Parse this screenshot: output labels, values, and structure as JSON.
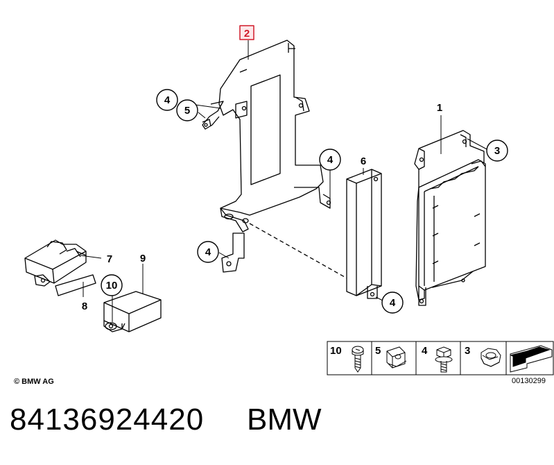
{
  "diagram": {
    "highlighted_part": "2",
    "callouts": {
      "c1": "1",
      "c2": "2",
      "c3": "3",
      "c4a": "4",
      "c4b": "4",
      "c4c": "4",
      "c4d": "4",
      "c5": "5",
      "c6": "6",
      "c7": "7",
      "c8": "8",
      "c9": "9",
      "c10": "10"
    },
    "legend": {
      "items": [
        "10",
        "5",
        "4",
        "3"
      ],
      "code": "00130299"
    },
    "copyright": "© BMW AG",
    "highlight_color": "#d11a2a"
  },
  "footer": {
    "part_number": "84136924420",
    "brand": "BMW"
  }
}
